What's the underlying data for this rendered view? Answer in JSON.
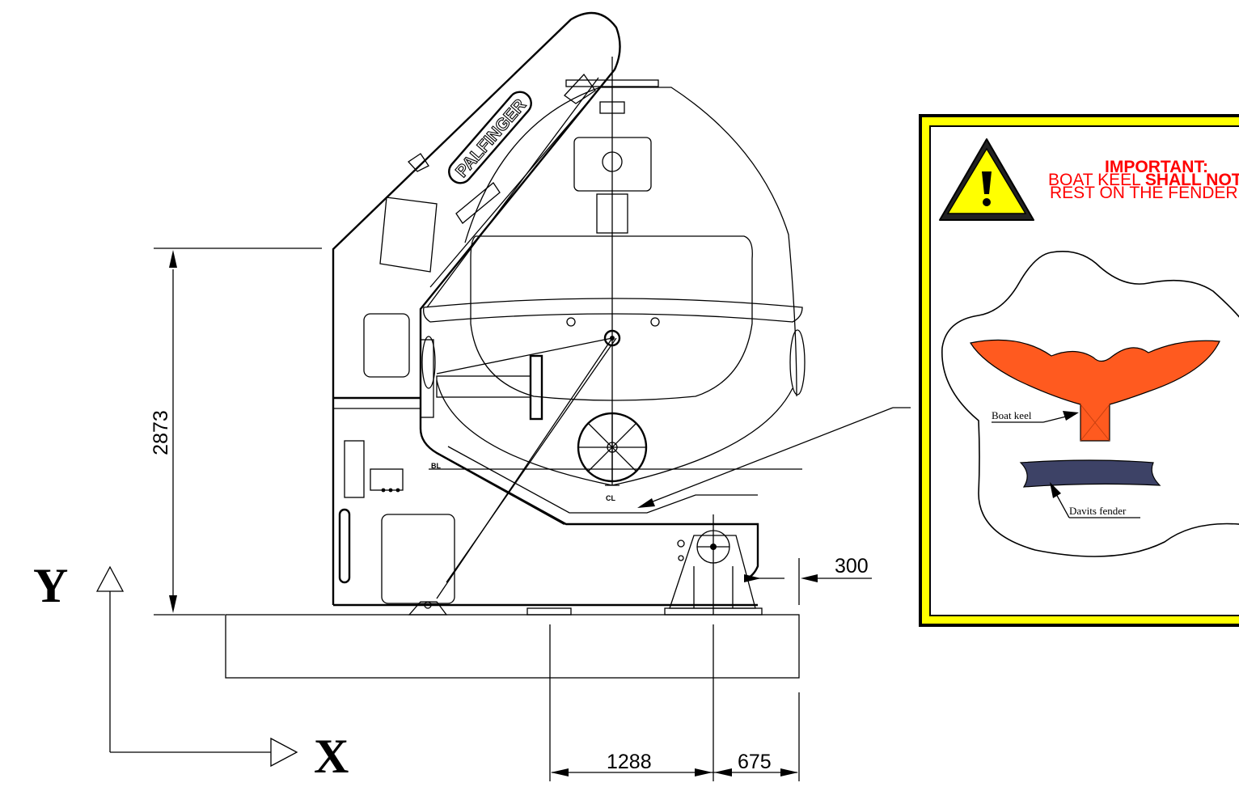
{
  "axes": {
    "y_label": "Y",
    "x_label": "X"
  },
  "dimensions": {
    "height": "2873",
    "clearance": "300",
    "base_offset_1": "1288",
    "base_offset_2": "675"
  },
  "brand": {
    "logo_text": "PALFINGER"
  },
  "marks": {
    "baseline": "BL",
    "centerline": "CL"
  },
  "warning": {
    "title": "IMPORTANT:",
    "line2_prefix": "BOAT KEEL ",
    "line2_bold": "SHALL NOT",
    "line3": "REST ON THE FENDER",
    "boat_keel_label": "Boat keel",
    "davits_fender_label": "Davits fender"
  },
  "colors": {
    "frame_yellow": "#ffff00",
    "warning_red": "#ff0000",
    "keel_orange": "#ff5a1f",
    "fender_blue": "#3d4266"
  }
}
